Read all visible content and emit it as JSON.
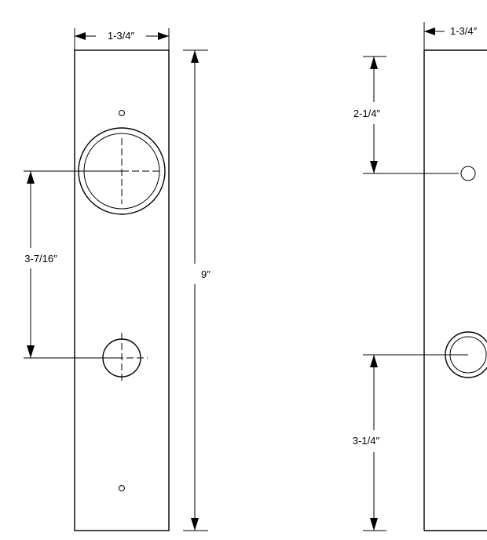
{
  "front_view": {
    "width_label": "1-3/4″",
    "height_label": "9″",
    "hole_spacing_label": "3-7/16″"
  },
  "side_view": {
    "width_label": "1-3/4″",
    "top_offset_label": "2-1/4″",
    "bottom_offset_label": "3-1/4″"
  }
}
